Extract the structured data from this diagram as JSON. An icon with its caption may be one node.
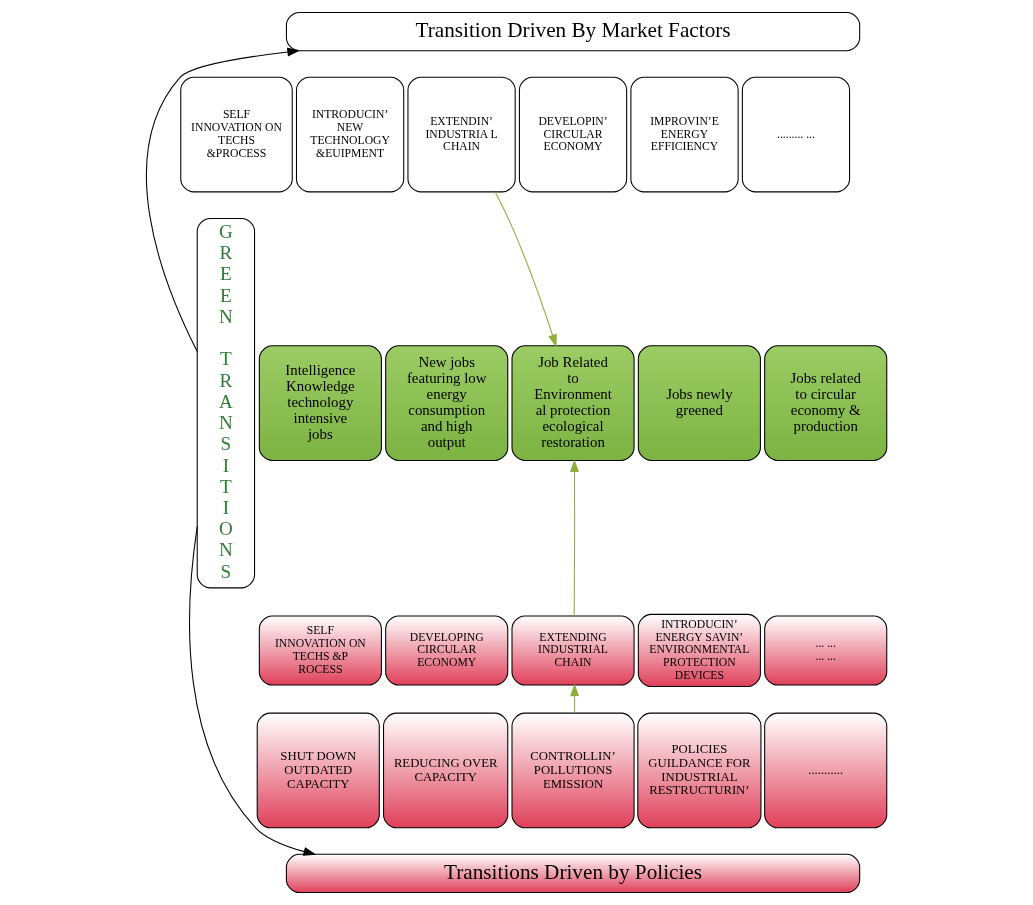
{
  "diagram": {
    "nodes": [
      {
        "text": [
          "Transition Driven By Market Factors"
        ]
      },
      {
        "text": [
          "GREEN TRANSITIONS"
        ]
      },
      {
        "text": [
          "SELF INNOVATION ON TECHS &PROCESS"
        ]
      },
      {
        "text": [
          "INTRODUCIN’ NEW TECHNOLOGY &EUIPMENT"
        ]
      },
      {
        "text": [
          "EXTENDIN’ INDUSTRIA L CHAIN"
        ]
      },
      {
        "text": [
          "DEVELOPIN’ CIRCULAR ECONOMY"
        ]
      },
      {
        "text": [
          "IMPROVIN’E ENERGY EFFICIENCY"
        ]
      },
      {
        "text": [
          "......... ..."
        ]
      },
      {
        "text": [
          "Intelligence Knowledge technology intensive jobs"
        ]
      },
      {
        "text": [
          "New jobs featuring low energy consumption and high output"
        ]
      },
      {
        "text": [
          "Job Related to Environment al protection ecological restoration"
        ]
      },
      {
        "text": [
          "Jobs newly greened"
        ]
      },
      {
        "text": [
          "Jobs related to circular economy & production"
        ]
      },
      {
        "text": [
          "SELF INNOVATION ON TECHS &P ROCESS"
        ]
      },
      {
        "text": [
          "DEVELOPING CIRCULAR ECONOMY"
        ]
      },
      {
        "text": [
          "EXTENDING INDUSTRIAL CHAIN"
        ]
      },
      {
        "text": [
          "INTRODUCIN’ ENERGY SAVIN’ ENVIRONMENTAL PROTECTION DEVICES"
        ]
      },
      {
        "text": [
          "... ...",
          "... ..."
        ]
      },
      {
        "text": [
          "SHUT DOWN OUTDATED CAPACITY"
        ]
      },
      {
        "text": [
          "REDUCING OVER CAPACITY"
        ]
      },
      {
        "text": [
          "CONTROLLIN’ POLLUTIONS EMISSION"
        ]
      },
      {
        "text": [
          "POLICIES GUILDANCE FOR INDUSTRIAL RESTRUCTURIN’"
        ]
      },
      {
        "text": [
          "..........."
        ]
      },
      {
        "text": [
          "Transitions Driven by Policies"
        ]
      }
    ],
    "edges": [
      {
        "from": 1,
        "to": 0,
        "arrow": "to",
        "color": "#000000"
      },
      {
        "from": 1,
        "to": 23,
        "arrow": "to",
        "color": "#000000"
      },
      {
        "from": 4,
        "to": 10,
        "arrow": "to",
        "color": "#8fae3a"
      },
      {
        "from": 15,
        "to": 10,
        "arrow": "to",
        "color": "#8fae3a"
      },
      {
        "from": 20,
        "to": 15,
        "arrow": "to",
        "color": "#8fae3a"
      }
    ]
  }
}
